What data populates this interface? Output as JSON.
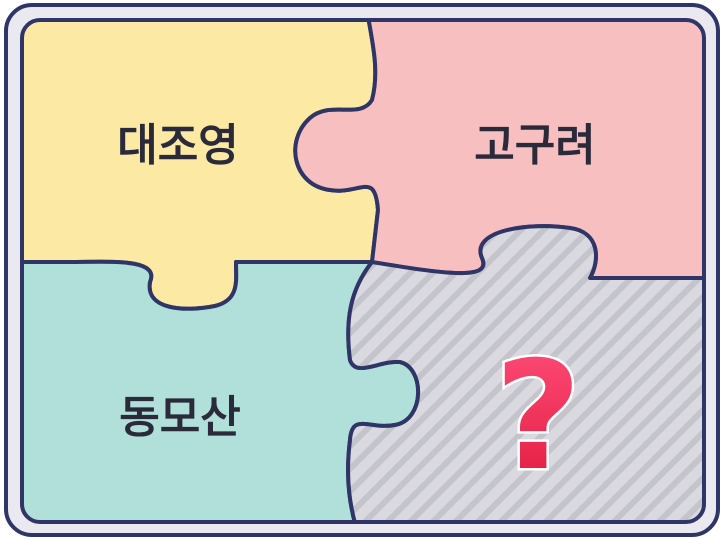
{
  "pieces": {
    "top_left": {
      "label": "대조영",
      "color": "#fbe9a4"
    },
    "top_right": {
      "label": "고구려",
      "color": "#f8bfc1"
    },
    "bottom_left": {
      "label": "동모산",
      "color": "#b1e0da"
    },
    "bottom_right": {
      "label": "?",
      "color": "#d9d9df",
      "stripe_color": "#c4c4cc"
    }
  },
  "colors": {
    "outline": "#2f3566",
    "question_mark_top": "#ff4f7b",
    "question_mark_bottom": "#e0183c",
    "frame_fill": "#e9e9ef"
  }
}
